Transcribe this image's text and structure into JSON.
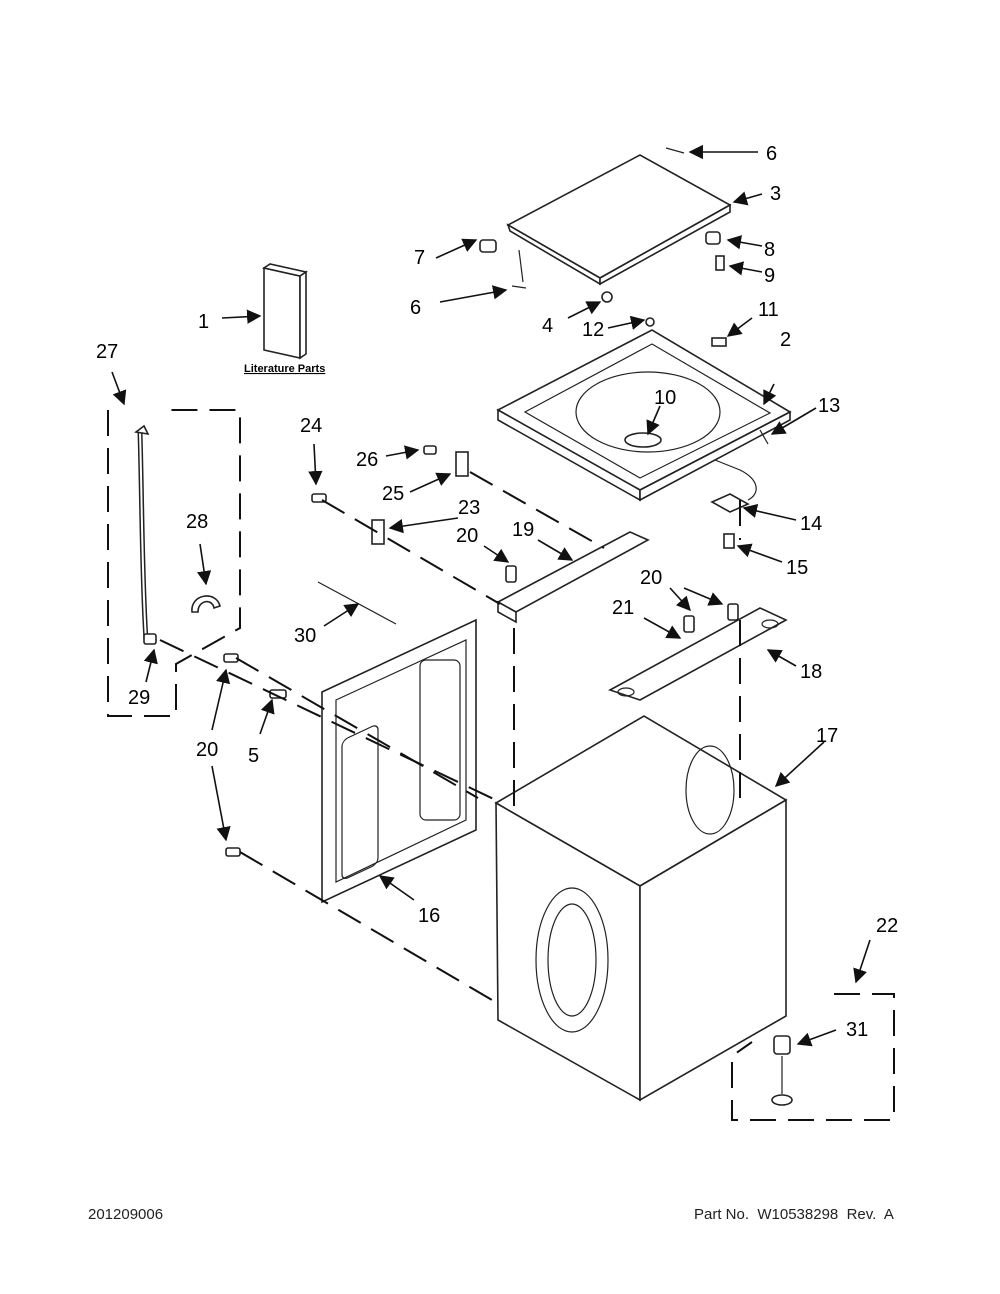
{
  "diagram": {
    "literature_label": "Literature Parts",
    "callouts": [
      "1",
      "2",
      "3",
      "4",
      "5",
      "6",
      "6",
      "7",
      "8",
      "9",
      "10",
      "11",
      "12",
      "13",
      "14",
      "15",
      "16",
      "17",
      "18",
      "19",
      "20",
      "20",
      "20",
      "21",
      "22",
      "23",
      "24",
      "25",
      "26",
      "27",
      "28",
      "29",
      "30",
      "31"
    ]
  },
  "footer": {
    "code": "201209006",
    "part_number": "Part No.  W10538298  Rev.  A"
  }
}
